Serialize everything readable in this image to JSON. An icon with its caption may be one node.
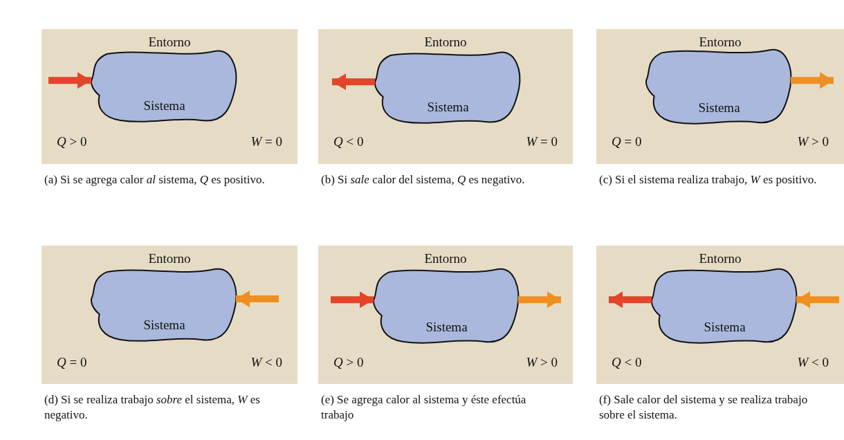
{
  "diagram": {
    "nodes": [
      {
        "text": [
          "Entorno",
          "*Q* > 0",
          "*W* = 0"
        ],
        "beside": [
          "(a) Si se agrega calor *al* sistema, *Q* es positivo."
        ]
      },
      {
        "text": [
          "Sistema"
        ],
        "in": 0
      },
      {
        "text": [
          "Entorno",
          "*Q* < 0",
          "*W* = 0"
        ],
        "beside": [
          "(b) Si *sale* calor del sistema, *Q* es negativo."
        ]
      },
      {
        "text": [
          "Sistema"
        ],
        "in": 2
      },
      {
        "text": [
          "Entorno",
          "*Q* = 0",
          "*W* > 0"
        ],
        "beside": [
          "(c) Si el sistema realiza trabajo, *W* es positivo."
        ]
      },
      {
        "text": [
          "Sistema"
        ],
        "in": 4
      },
      {
        "text": [
          "Entorno",
          "*Q* = 0",
          "*W* < 0"
        ],
        "beside": [
          "(d) Si se realiza trabajo *sobre* el sistema, *W* es negativo."
        ]
      },
      {
        "text": [
          "Sistema"
        ],
        "in": 6
      },
      {
        "text": [
          "Entorno",
          "*Q* > 0",
          "*W* > 0"
        ],
        "beside": [
          "(e) Se agrega calor al sistema y éste efectúa trabajo"
        ]
      },
      {
        "text": [
          "Sistema"
        ],
        "in": 8
      },
      {
        "text": [
          "Entorno",
          "*Q* < 0",
          "*W* < 0"
        ],
        "beside": [
          "(f) Sale calor del sistema y se realiza trabajo sobre el sistema."
        ]
      },
      {
        "text": [
          "Sistema"
        ],
        "in": 10
      }
    ],
    "edges": [
      {
        "from": null,
        "to": 1,
        "arrow": "to",
        "color": "#e2452a"
      },
      {
        "from": 3,
        "to": null,
        "arrow": "to",
        "color": "#e2452a"
      },
      {
        "from": 5,
        "to": null,
        "arrow": "to",
        "color": "#ef8f22"
      },
      {
        "from": null,
        "to": 7,
        "arrow": "to",
        "color": "#ef8f22"
      },
      {
        "from": null,
        "to": 9,
        "arrow": "to",
        "color": "#e2452a"
      },
      {
        "from": 9,
        "to": null,
        "arrow": "to",
        "color": "#ef8f22"
      },
      {
        "from": 11,
        "to": null,
        "arrow": "to",
        "color": "#e2452a"
      },
      {
        "from": null,
        "to": 11,
        "arrow": "to",
        "color": "#ef8f22"
      }
    ]
  }
}
